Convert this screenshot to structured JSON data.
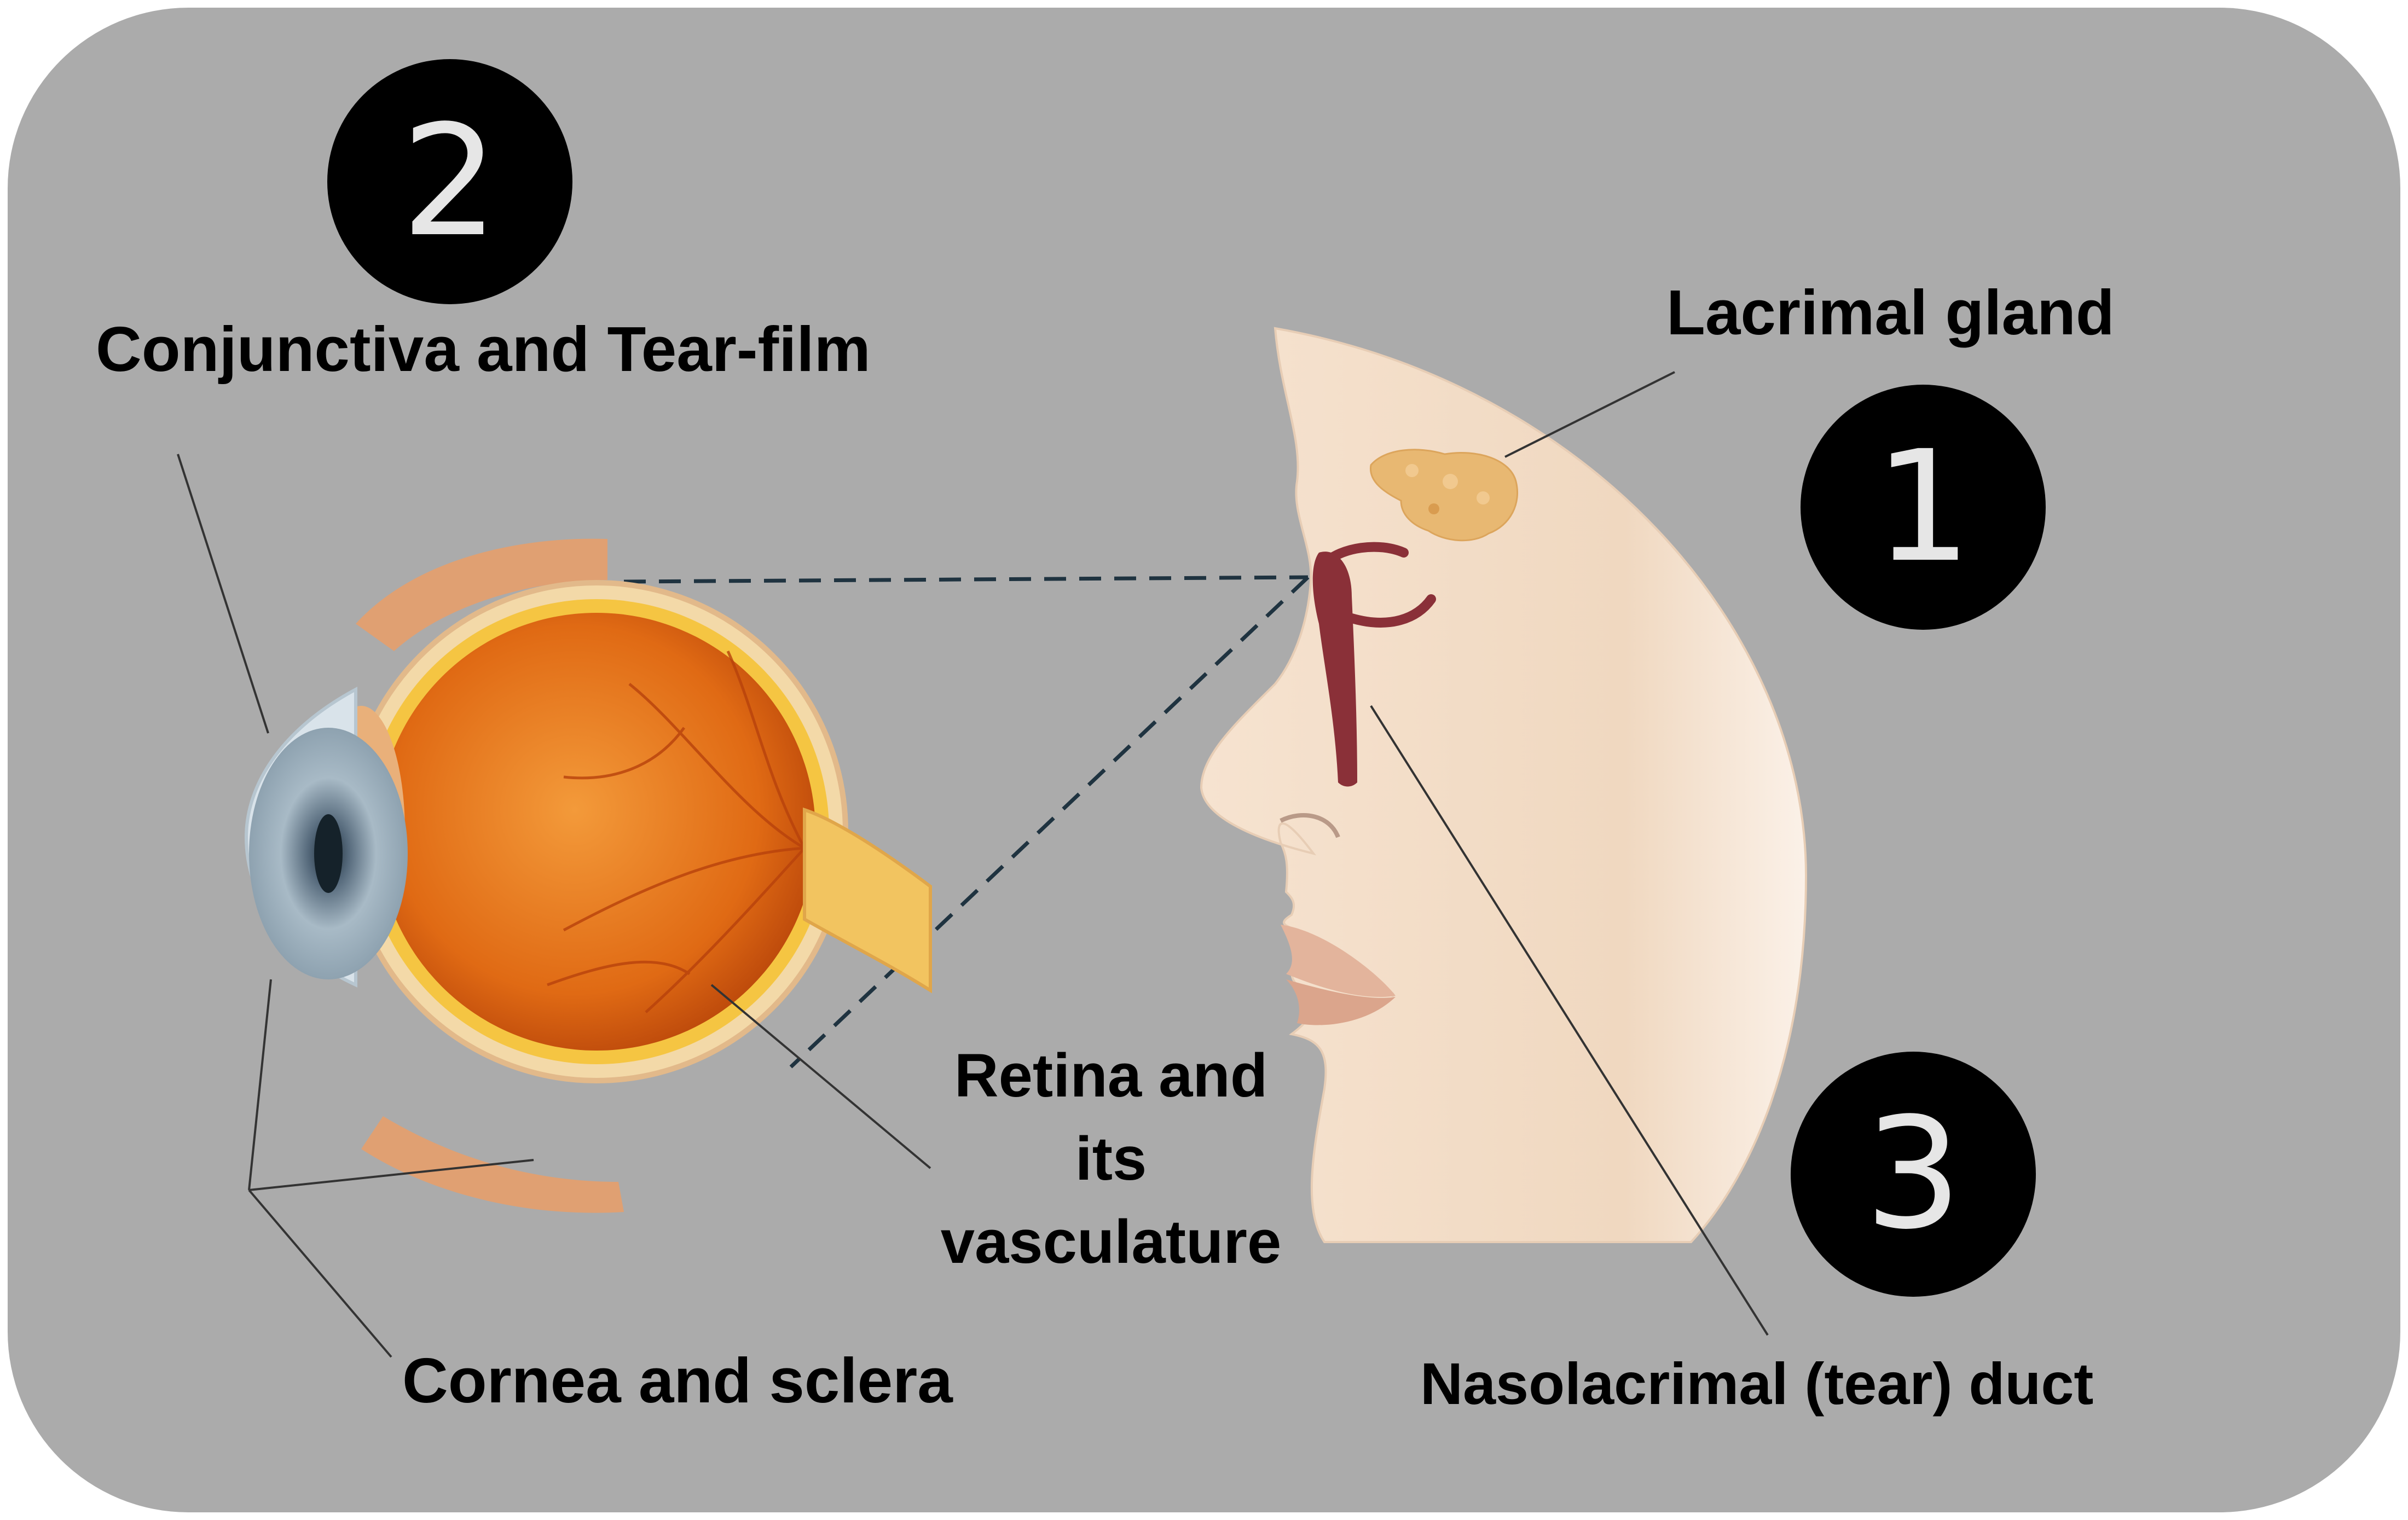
{
  "colors": {
    "panel": "#ababab",
    "badge": "#000000",
    "badge_text": "#e6e6e6",
    "label_text": "#000000",
    "skin": "#f2dcc6",
    "iris": "#9fb2be",
    "eyeball": "#e8761e",
    "lacrimal_gland": "#e8b872",
    "tear_duct": "#8a3038",
    "dashed_line": "#1f3340",
    "leader_line": "#333333"
  },
  "icons": [
    "eye-cross-section-illustration",
    "face-profile-illustration",
    "lacrimal-gland-illustration",
    "nasolacrimal-duct-illustration"
  ],
  "badges": {
    "one": "1",
    "two": "2",
    "three": "3"
  },
  "labels": {
    "conjunctiva": "Conjunctiva and Tear-film",
    "lacrimal_gland": "Lacrimal gland",
    "retina_line1": "Retina and",
    "retina_line2": "its",
    "retina_line3": "vasculature",
    "cornea": "Cornea and sclera",
    "nasolacrimal": "Nasolacrimal (tear) duct"
  }
}
